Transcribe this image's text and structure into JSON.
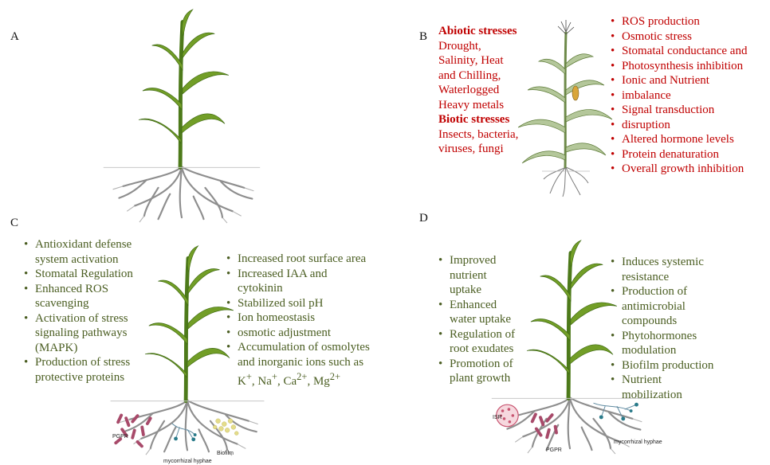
{
  "panels": {
    "a": {
      "letter": "A"
    },
    "b": {
      "letter": "B",
      "abiotic_heading": "Abiotic stresses",
      "abiotic_lines": [
        "Drought,",
        "Salinity, Heat",
        "and Chilling,",
        "Waterlogged",
        "Heavy metals"
      ],
      "biotic_heading": "Biotic stresses",
      "biotic_lines": [
        "Insects,  bacteria,",
        "viruses, fungi"
      ],
      "effects": [
        "ROS production",
        "Osmotic stress",
        "Stomatal conductance and",
        "Photosynthesis inhibition",
        "Ionic and Nutrient",
        "imbalance",
        "Signal transduction",
        "disruption",
        "Altered hormone levels",
        "Protein denaturation",
        "Overall growth inhibition"
      ]
    },
    "c": {
      "letter": "C",
      "left_items": [
        "Antioxidant defense",
        "system activation",
        "Stomatal Regulation",
        "Enhanced ROS",
        "scavenging",
        "Activation of stress",
        "signaling pathways",
        "(MAPK)",
        "Production of stress",
        "protective proteins"
      ],
      "right_items": [
        "Increased root surface area",
        "Increased IAA and",
        "cytokinin",
        "Stabilized soil pH",
        "Ion homeostasis",
        "osmotic adjustment",
        "Accumulation of osmolytes",
        "and inorganic ions such as"
      ],
      "ion_k": "K",
      "ion_k_sup": "+",
      "ion_na": "Na",
      "ion_na_sup": "+",
      "ion_ca": "Ca",
      "ion_ca_sup": "2+",
      "ion_mg": "Mg",
      "ion_mg_sup": "2+",
      "label_pgpr": "PGPR",
      "label_biofilm": "Biofilm",
      "label_hyphae": "mycorrhizal hyphae"
    },
    "d": {
      "letter": "D",
      "left_items": [
        "Improved",
        "nutrient",
        "uptake",
        "Enhanced",
        "water uptake",
        "Regulation of",
        "root exudates",
        "Promotion of",
        "plant growth"
      ],
      "right_items": [
        "Induces systemic",
        "resistance",
        "Production of",
        "antimicrobial",
        "compounds",
        "Phytohormones",
        "modulation",
        "Biofilm production",
        "Nutrient",
        "mobilization"
      ],
      "label_isr": "ISR",
      "label_pgpr": "PGPR",
      "label_hyphae": "mycorrhizal hyphae"
    }
  },
  "colors": {
    "red": "#c00000",
    "green": "#4b5e22",
    "leaf": "#6f9a25",
    "root": "#8a8a8a"
  }
}
